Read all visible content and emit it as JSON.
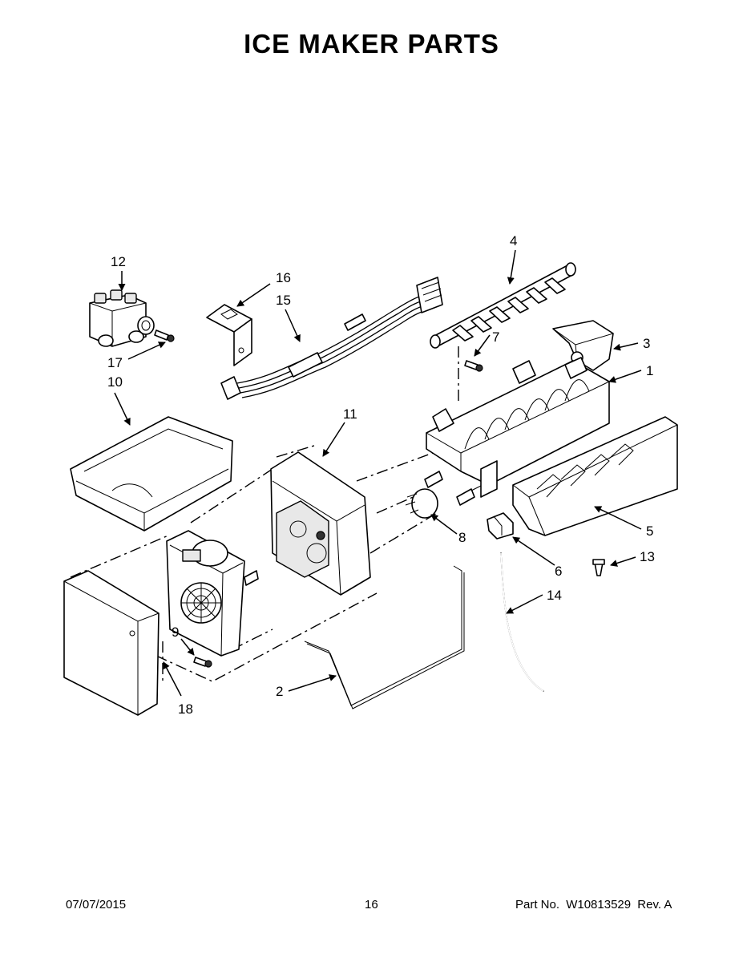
{
  "title": "ICE MAKER PARTS",
  "footer": {
    "date": "07/07/2015",
    "page": "16",
    "part_label": "Part No.",
    "part_number": "W10813529",
    "rev": "Rev. A"
  },
  "callouts": [
    "1",
    "2",
    "3",
    "4",
    "5",
    "6",
    "7",
    "8",
    "9",
    "10",
    "11",
    "12",
    "13",
    "14",
    "15",
    "16",
    "17",
    "18"
  ]
}
